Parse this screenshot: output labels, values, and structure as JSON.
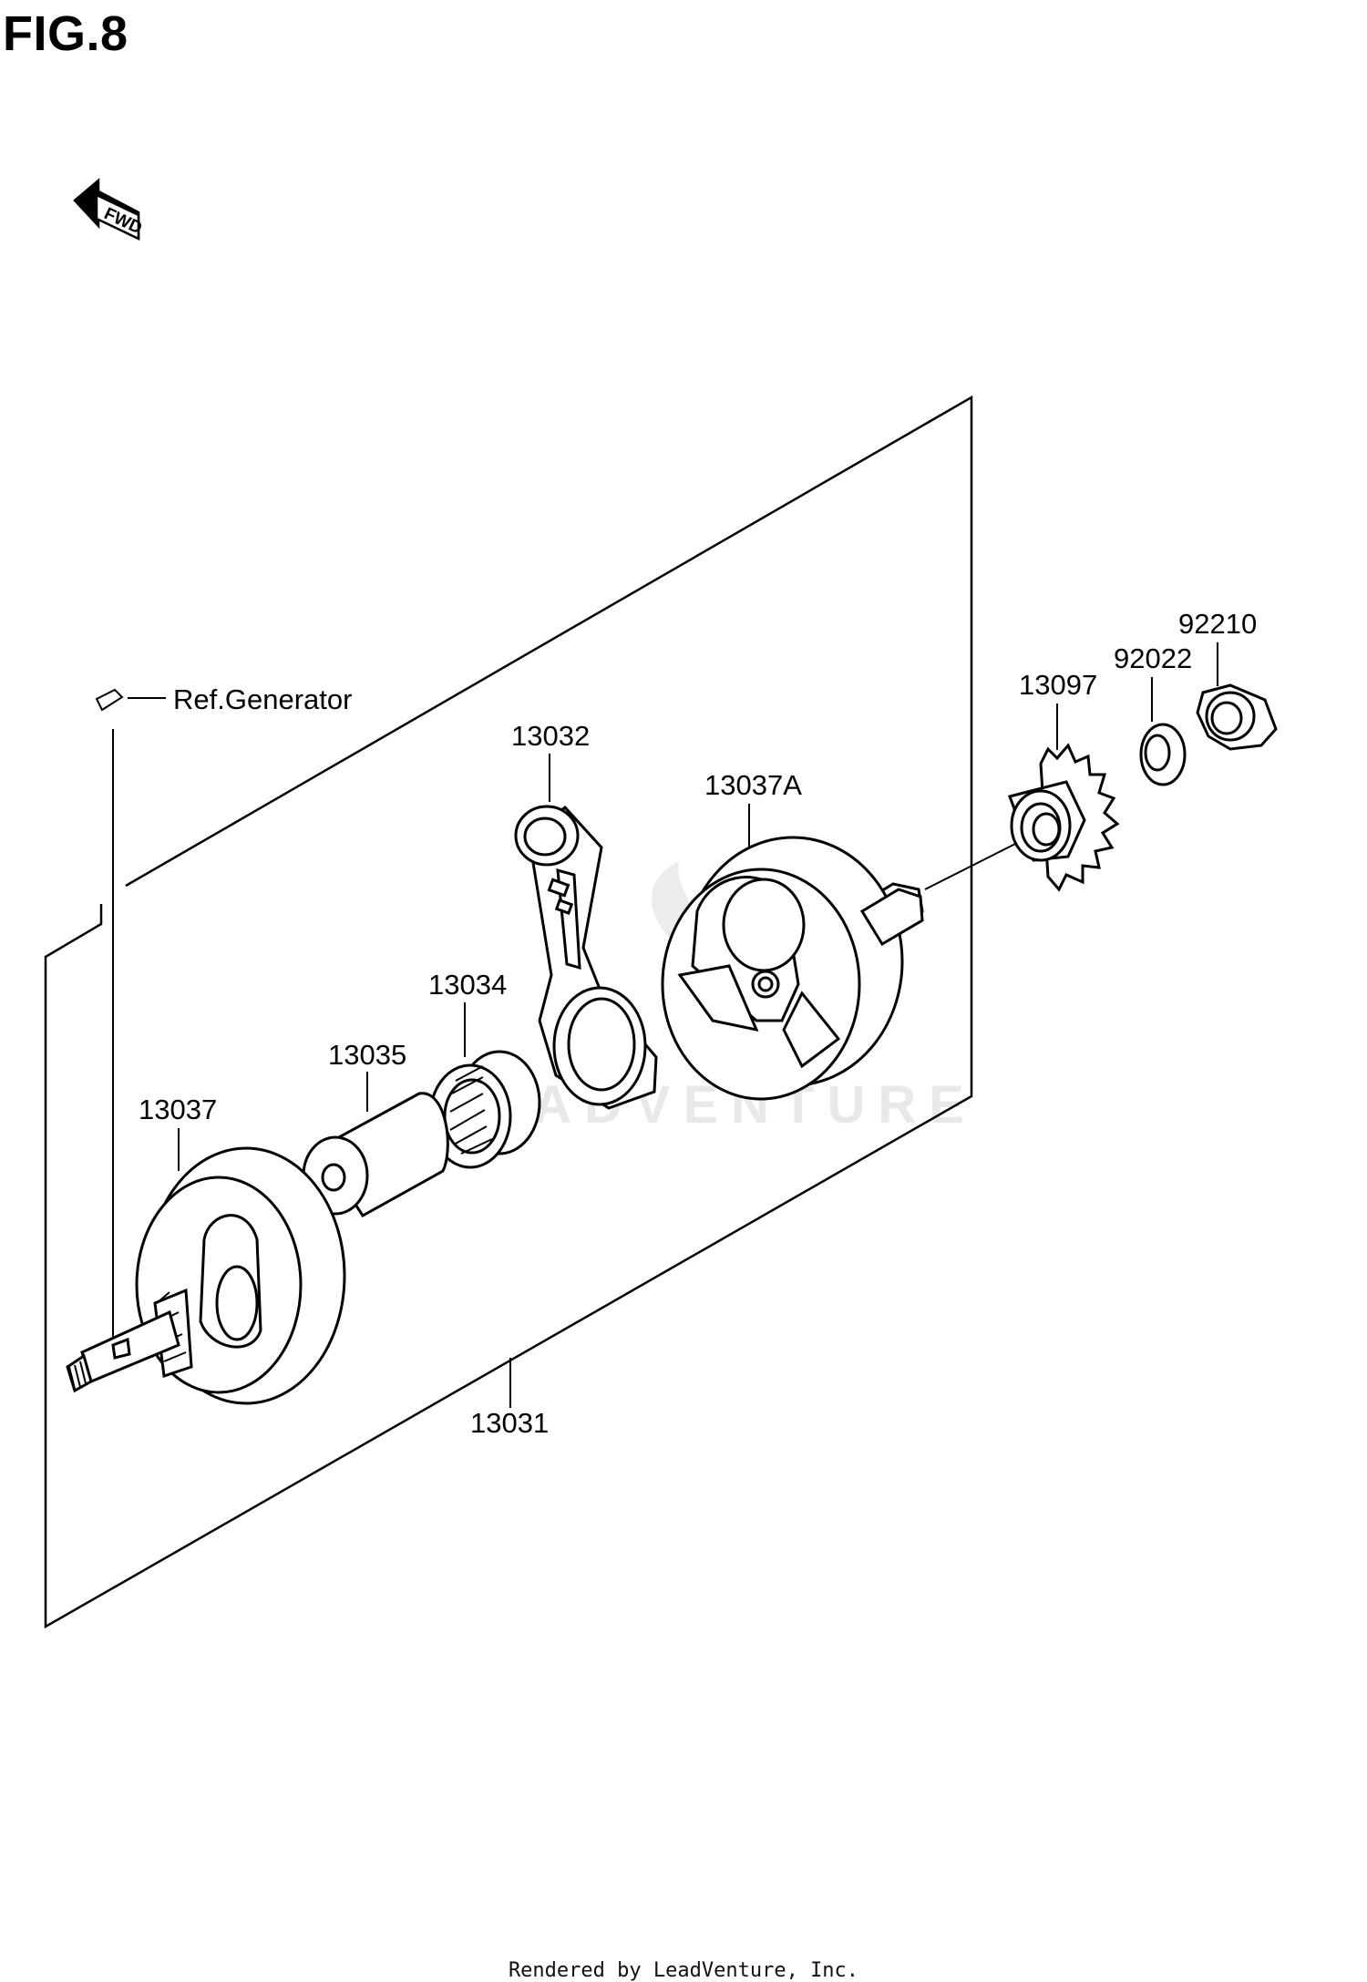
{
  "figure": {
    "title": "FIG.8"
  },
  "direction_marker": {
    "text": "FWD",
    "icon": "front-direction-arrow-icon"
  },
  "reference": {
    "text": "Ref.Generator"
  },
  "parts": [
    {
      "id": "92210",
      "name": "nut"
    },
    {
      "id": "92022",
      "name": "washer"
    },
    {
      "id": "13097",
      "name": "gear"
    },
    {
      "id": "13032",
      "name": "connecting-rod"
    },
    {
      "id": "13037A",
      "name": "flywheel-right"
    },
    {
      "id": "13034",
      "name": "needle-bearing"
    },
    {
      "id": "13035",
      "name": "crankpin"
    },
    {
      "id": "13037",
      "name": "flywheel-left"
    },
    {
      "id": "13031",
      "name": "crankshaft-assembly"
    }
  ],
  "watermark": {
    "text": "ADVENTURE"
  },
  "footer": {
    "text": "Rendered by LeadVenture, Inc."
  },
  "colors": {
    "line": "#000000",
    "background": "#ffffff",
    "watermark": "#e8e8e8"
  }
}
